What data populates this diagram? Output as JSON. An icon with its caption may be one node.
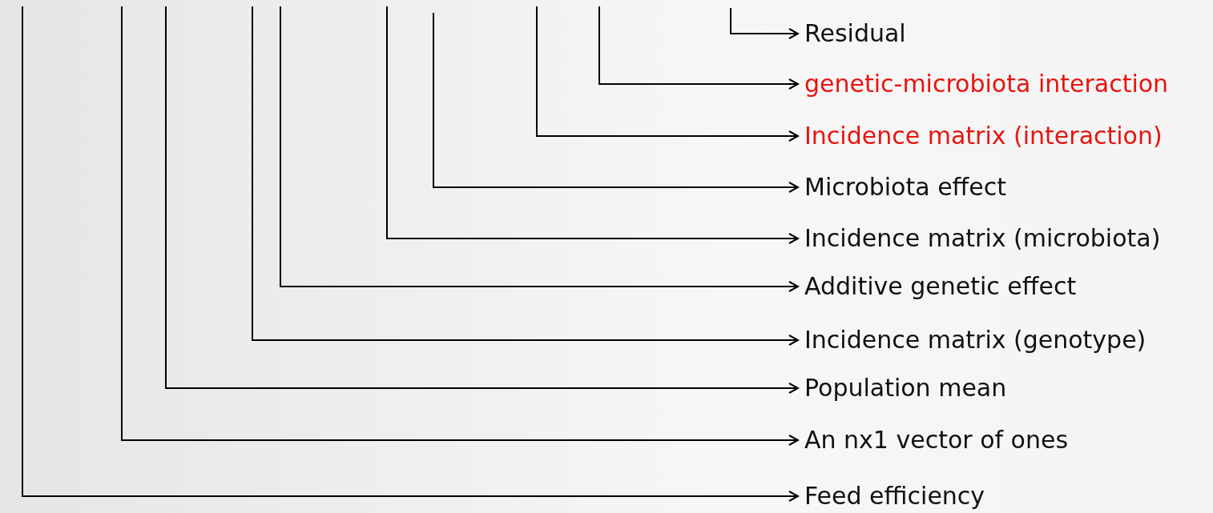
{
  "diagram": {
    "nodes": [
      {
        "text": [
          "Residual"
        ]
      },
      {
        "text": [
          "genetic-microbiota interaction"
        ]
      },
      {
        "text": [
          "Incidence matrix (interaction)"
        ]
      },
      {
        "text": [
          "Microbiota effect"
        ]
      },
      {
        "text": [
          "Incidence matrix (microbiota)"
        ]
      },
      {
        "text": [
          "Additive genetic effect"
        ]
      },
      {
        "text": [
          "Incidence matrix (genotype)"
        ]
      },
      {
        "text": [
          "Population mean"
        ]
      },
      {
        "text": [
          "An nx1 vector of ones"
        ]
      },
      {
        "text": [
          "Feed efficiency"
        ]
      }
    ],
    "edges": [
      {
        "from": null,
        "to": 0,
        "arrow": "to"
      },
      {
        "from": null,
        "to": 1,
        "arrow": "to"
      },
      {
        "from": null,
        "to": 2,
        "arrow": "to"
      },
      {
        "from": null,
        "to": 3,
        "arrow": "to"
      },
      {
        "from": null,
        "to": 4,
        "arrow": "to"
      },
      {
        "from": null,
        "to": 5,
        "arrow": "to"
      },
      {
        "from": null,
        "to": 6,
        "arrow": "to"
      },
      {
        "from": null,
        "to": 7,
        "arrow": "to"
      },
      {
        "from": null,
        "to": 8,
        "arrow": "to"
      },
      {
        "from": null,
        "to": 9,
        "arrow": "to"
      }
    ]
  }
}
